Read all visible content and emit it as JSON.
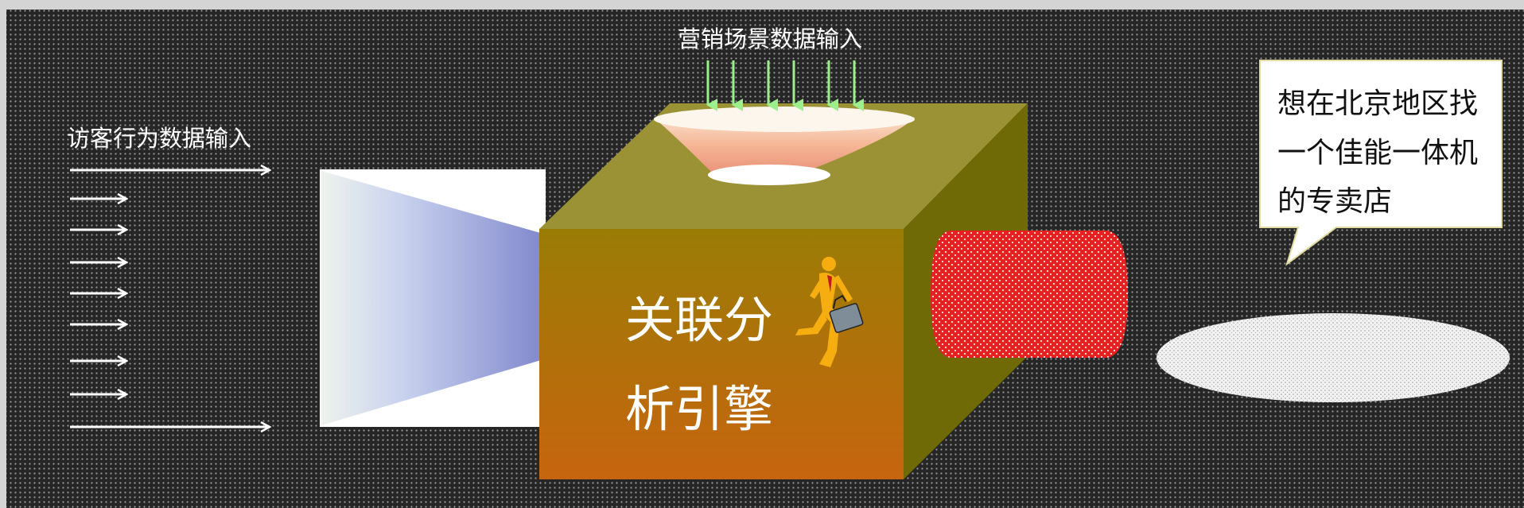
{
  "labels": {
    "visitor_input": "访客行为数据输入",
    "scene_input": "营销场景数据输入",
    "engine_line1": "关联分",
    "engine_line2": "析引擎"
  },
  "speech_bubble": {
    "line1": "想在北京地区找",
    "line2": "一个佳能一体机",
    "line3": "的专卖店"
  },
  "colors": {
    "background": "#2c2c2c",
    "box_front_top": "#9e7a06",
    "box_front_bottom": "#c4680e",
    "box_top": "#9a9234",
    "box_side": "#6f6a06",
    "output_tube": "#e02020",
    "green_arrows": "#9cf08c"
  },
  "icons": [
    "running-businessman-icon",
    "briefcase-icon",
    "funnel-icon",
    "arrow-icon"
  ]
}
